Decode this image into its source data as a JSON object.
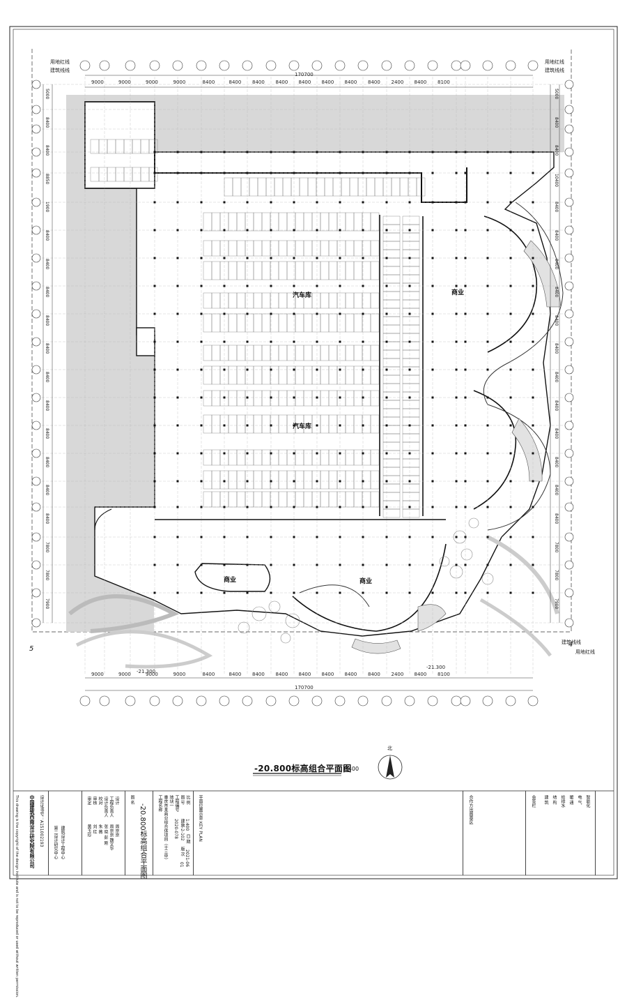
{
  "plan": {
    "title": "-20.800标高组合平面图",
    "scale": "1:400",
    "total_dim": "170700",
    "bay_dims_top": [
      "9000",
      "9000",
      "9000",
      "9000",
      "8400",
      "8400",
      "8400",
      "8400",
      "8400",
      "8400",
      "8400",
      "8400",
      "2400",
      "8400",
      "8100"
    ],
    "bay_dims_bottom": [
      "9000",
      "9000",
      "9000",
      "9000",
      "8400",
      "8400",
      "8400",
      "8400",
      "8400",
      "8400",
      "8400",
      "8400",
      "2400",
      "8400",
      "8100"
    ],
    "left_row_dims": [
      "5000",
      "8400",
      "8400",
      "8850",
      "1900",
      "8400",
      "8400",
      "8400",
      "8400",
      "8400",
      "8400",
      "8400",
      "8400",
      "8400",
      "8400",
      "8400",
      "7800",
      "7800",
      "7900"
    ],
    "right_row_dims": [
      "5000",
      "8400",
      "8400",
      "10400",
      "8400",
      "8400",
      "8400",
      "8400",
      "8400",
      "8400",
      "8400",
      "8400",
      "8400",
      "8400",
      "8400",
      "8400",
      "7800",
      "7800",
      "7900"
    ],
    "zones": {
      "garage_upper": "汽车库",
      "garage_lower": "汽车库",
      "commercial_east": "商业",
      "commercial_sw": "商业",
      "commercial_south": "商业"
    },
    "markers": {
      "corner_left": "5",
      "corner_right": "4",
      "level_south": "-21.300",
      "level_sw": "-21.300",
      "north": "北",
      "boundary_tl": "用地红线",
      "building_line_tl": "建筑线线",
      "boundary_tr": "用地红线",
      "building_line_tr": "建筑线线",
      "boundary_br": "用地红线",
      "building_line_br": "建筑线线"
    }
  },
  "title_block": {
    "company": "中国建筑西南设计研究院有限公司",
    "certificate": "设计证书号：A151002193",
    "dept_1": "第二设计研究中心",
    "dept_2": "建筑设计工程中心",
    "signatures": [
      {
        "role": "审定",
        "name": "黄玉珍"
      },
      {
        "role": "审核",
        "name": "刘 红"
      },
      {
        "role": "校对",
        "name": "朱 薇"
      },
      {
        "role": "设计负责人",
        "name": "张 晓 彭 刚"
      },
      {
        "role": "工程负责人",
        "name": "周京京 魏文华"
      },
      {
        "role": "设计",
        "name": "周京京"
      }
    ],
    "drawing_title_label": "图 名",
    "drawing_title": "-20.800标高组合平面图",
    "project_label": "工程名称",
    "project": "重庆市某商业综合体项目（十三中）",
    "subproject": "地块一",
    "project_no_label": "工程编号",
    "project_no": "2020-078",
    "dwg_no_label": "图 号",
    "dwg_no": "建施-2-102",
    "scale_label": "比 例",
    "scale": "1:400",
    "date_label": "日 期",
    "date": "2021-06",
    "version_label": "版 次",
    "version": "01",
    "key_plan": "平面位置示意 KEY PLAN",
    "cosign_title": "会签栏",
    "disciplines": [
      "建 筑",
      "结 构",
      "给排水",
      "暖 通",
      "电 气",
      "智能化"
    ],
    "stamp_text": "合作方出图章区",
    "note": "This drawing is the copyright of the design institute and is not to be reproduced or used without written permission."
  }
}
